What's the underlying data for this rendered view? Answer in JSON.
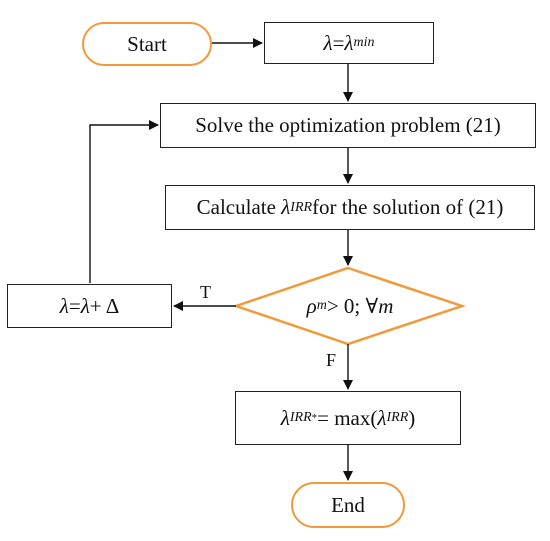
{
  "flowchart": {
    "start_label": "Start",
    "end_label": "End",
    "init": {
      "lhs": "λ",
      "eq": " = ",
      "rhs": "λ",
      "rhs_sub": "min"
    },
    "solve_label": "Solve the optimization problem (21)",
    "calc": {
      "prefix": "Calculate ",
      "sym": "λ",
      "sup": "IRR",
      "suffix": " for the solution of (21)"
    },
    "decision": {
      "sym": "ρ",
      "sub": "m",
      "rest": " > 0; ∀ ",
      "var": "m"
    },
    "update": {
      "lhs": "λ",
      "eq": " = ",
      "rhs": "λ",
      "rest": " + Δ"
    },
    "result": {
      "sym": "λ",
      "sup": "IRR",
      "star": "*",
      "eq": " = max(",
      "arg": "λ",
      "arg_sup": "IRR",
      "close": ")"
    },
    "true_label": "T",
    "false_label": "F"
  }
}
